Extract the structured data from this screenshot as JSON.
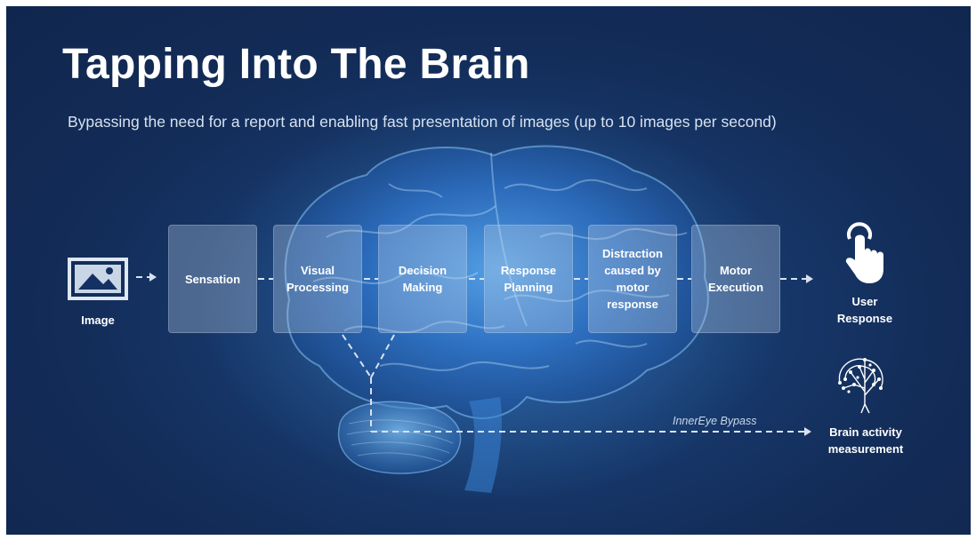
{
  "title": "Tapping Into The Brain",
  "subtitle": "Bypassing the need for a report and enabling fast presentation of images  (up to 10 images per second)",
  "input_node": {
    "label": "Image",
    "icon": "image-icon"
  },
  "stages": [
    {
      "id": "sensation",
      "lines": [
        "Sensation"
      ]
    },
    {
      "id": "visual-processing",
      "lines": [
        "Visual",
        "Processing"
      ]
    },
    {
      "id": "decision-making",
      "lines": [
        "Decision",
        "Making"
      ]
    },
    {
      "id": "response-planning",
      "lines": [
        "Response",
        "Planning"
      ]
    },
    {
      "id": "distraction",
      "lines": [
        "Distraction",
        "caused by",
        "motor",
        "response"
      ]
    },
    {
      "id": "motor-execution",
      "lines": [
        "Motor",
        "Execution"
      ]
    }
  ],
  "output_node": {
    "lines": [
      "User",
      "Response"
    ],
    "icon": "hand-pointer-icon"
  },
  "bypass": {
    "label": "InnerEye Bypass",
    "target_lines": [
      "Brain activity",
      "measurement"
    ],
    "icon": "brain-network-icon"
  },
  "background_image": "glowing-brain",
  "colors": {
    "background": "#132c58",
    "text": "#ffffff",
    "box_fill": "rgba(186,206,228,0.34)",
    "dashed": "#d8e2ef"
  }
}
